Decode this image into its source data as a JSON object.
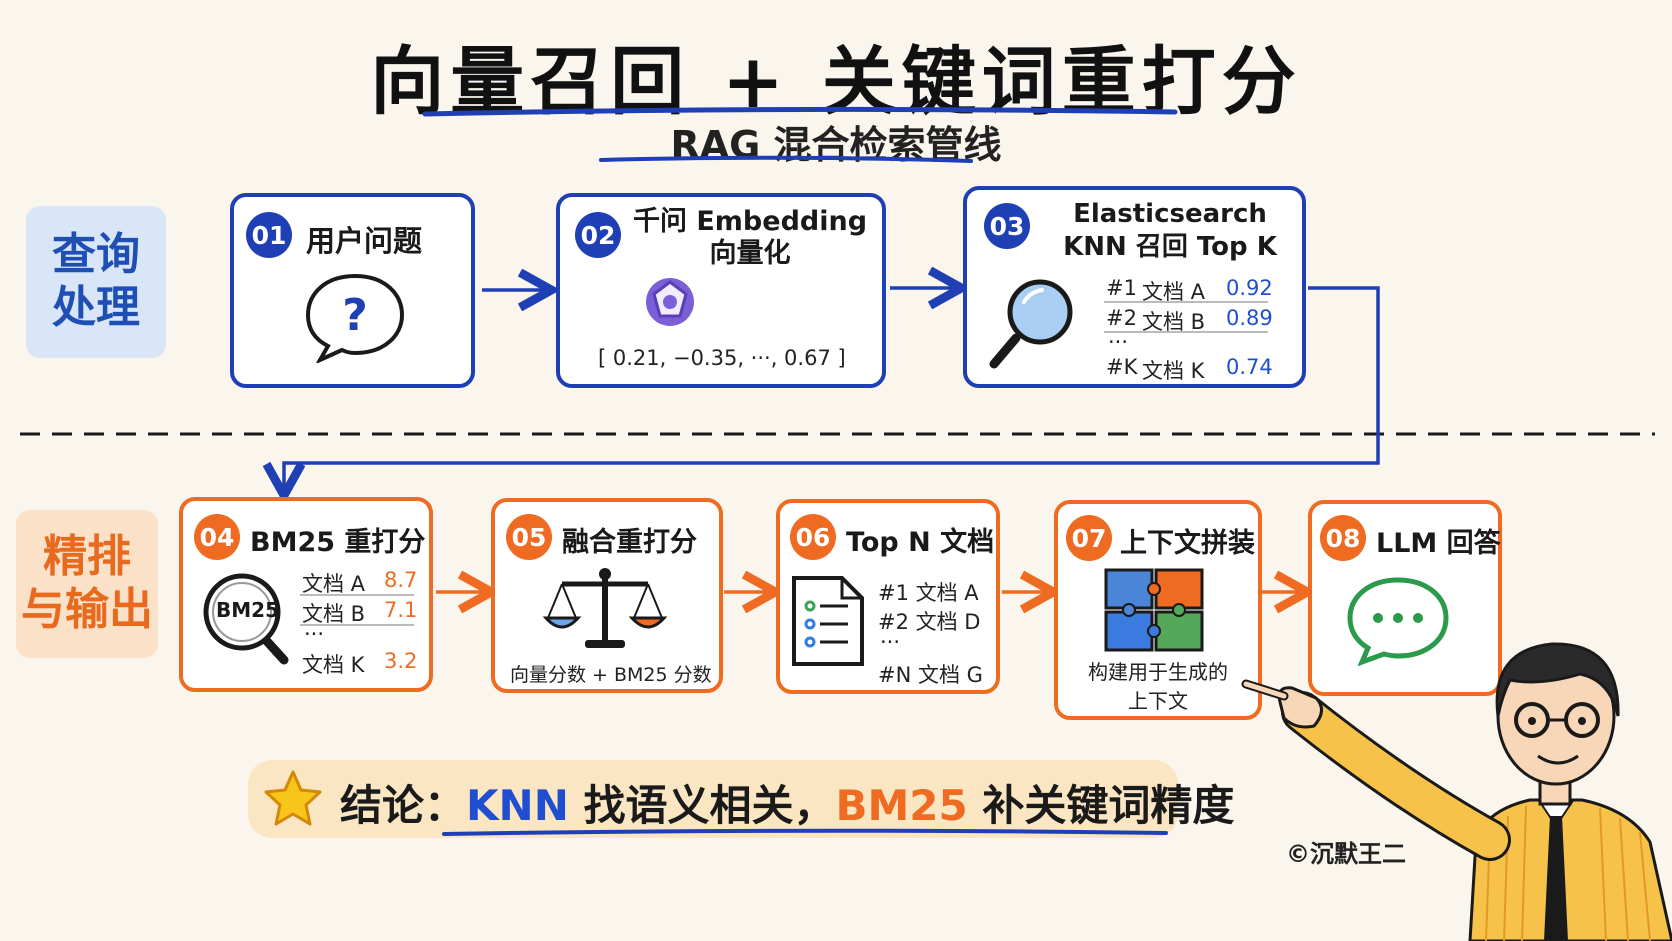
{
  "header": {
    "title": "向量召回 + 关键词重打分",
    "subtitle": "RAG 混合检索管线"
  },
  "sections": {
    "query": "查询\n处理",
    "rank": "精排\n与输出"
  },
  "steps": {
    "s01": {
      "num": "01",
      "title": "用户问题",
      "icon": "question-bubble-icon"
    },
    "s02": {
      "num": "02",
      "title": "千问 Embedding\n向量化",
      "vector": "[ 0.21, −0.35, ···, 0.67 ]",
      "icon": "embedding-model-icon"
    },
    "s03": {
      "num": "03",
      "title": "Elasticsearch\nKNN 召回 Top K",
      "icon": "magnifier-icon",
      "rows": [
        {
          "rank": "#1",
          "doc": "文档 A",
          "score": "0.92"
        },
        {
          "rank": "#2",
          "doc": "文档 B",
          "score": "0.89"
        },
        {
          "rank": "#K",
          "doc": "文档 K",
          "score": "0.74"
        }
      ],
      "ellipsis": "···"
    },
    "s04": {
      "num": "04",
      "title": "BM25 重打分",
      "icon_text": "BM25",
      "icon": "bm25-magnifier-icon",
      "rows": [
        {
          "doc": "文档 A",
          "score": "8.7"
        },
        {
          "doc": "文档 B",
          "score": "7.1"
        },
        {
          "doc": "文档 K",
          "score": "3.2"
        }
      ],
      "ellipsis": "···"
    },
    "s05": {
      "num": "05",
      "title": "融合重打分",
      "caption": "向量分数 + BM25 分数",
      "icon": "balance-scale-icon"
    },
    "s06": {
      "num": "06",
      "title": "Top N 文档",
      "icon": "document-list-icon",
      "rows": [
        "#1 文档 A",
        "#2 文档 D",
        "···",
        "#N 文档 G"
      ]
    },
    "s07": {
      "num": "07",
      "title": "上下文拼装",
      "caption": "构建用于生成的\n上下文",
      "icon": "puzzle-icon"
    },
    "s08": {
      "num": "08",
      "title": "LLM 回答",
      "icon": "chat-bubble-icon"
    }
  },
  "conclusion": {
    "prefix": "结论：",
    "knn": "KNN",
    "mid": " 找语义相关，",
    "bm25": "BM25",
    "suffix": " 补关键词精度",
    "icon": "star-icon"
  },
  "credit": "©沉默王二",
  "colors": {
    "blue": "#1f3fb5",
    "orange": "#ef6b22",
    "background": "#faf6ee"
  }
}
